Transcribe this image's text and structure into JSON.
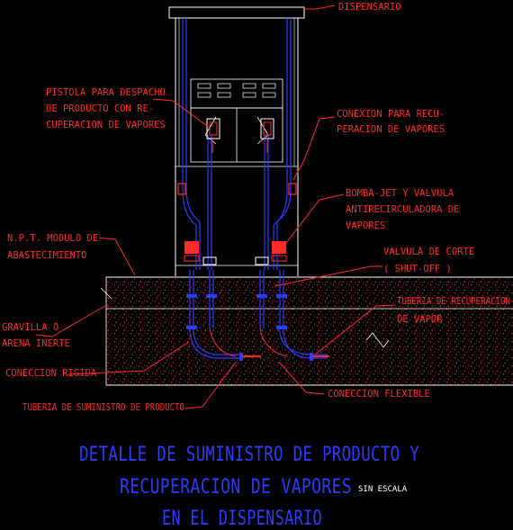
{
  "labels": {
    "dispensario": "DISPENSARIO",
    "pistola_1": "PISTOLA PARA DESPACHO",
    "pistola_2": "DE PRODUCTO CON RE-",
    "pistola_3": "CUPERACION DE VAPORES",
    "conexion_1": "CONEXION PARA RECU-",
    "conexion_2": "PERACION DE VAPORES",
    "bomba_1": "BOMBA-JET Y VALVULA",
    "bomba_2": "ANTIRECIRCULADORA DE",
    "bomba_3": "VAPORES",
    "npt_1": "N.P.T. MODULO DE",
    "npt_2": "ABASTECIMIENTO",
    "valvula_1": "VALVULA DE CORTE",
    "valvula_2": "( SHUT-OFF )",
    "tuberia_rec_1": "TUBERIA DE RECUPERACION",
    "tuberia_rec_2": "DE VAPOR",
    "gravilla_1": "GRAVILLA O",
    "gravilla_2": "ARENA INERTE",
    "conexion_rigida": "CONECCION RIGIDA",
    "conexion_flexible": "CONECCION FLEXIBLE",
    "tuberia_suministro": "TUBERIA DE SUMINISTRO DE PRODUCTO"
  },
  "title": {
    "line1": "DETALLE DE SUMINISTRO DE PRODUCTO Y",
    "line2": "RECUPERACION DE VAPORES",
    "line3": "EN EL DISPENSARIO",
    "scale_note": "SIN ESCALA"
  },
  "colors": {
    "background": "#000000",
    "annotation": "#ff2a2a",
    "title": "#2b3cff",
    "structure": "#ffffff"
  }
}
